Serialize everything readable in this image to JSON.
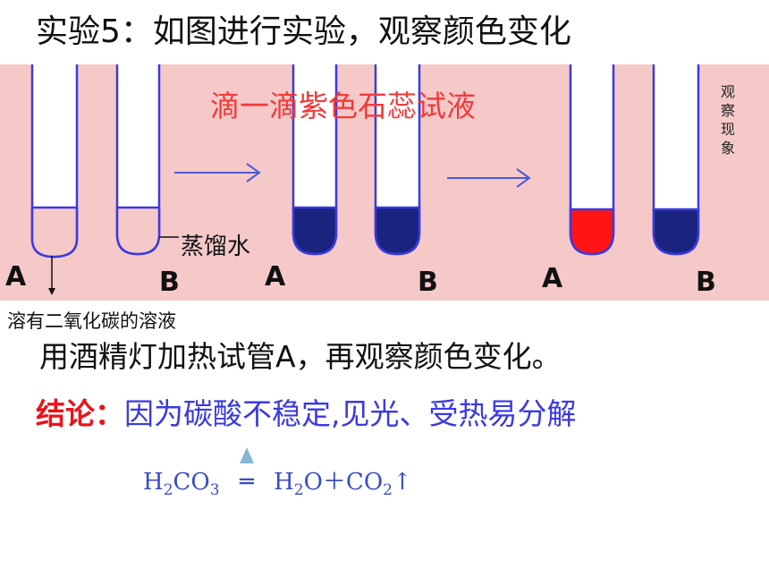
{
  "title": "实验5：如图进行实验，观察颜色变化",
  "diagram": {
    "instruction": "滴一滴紫色石蕊试液",
    "observe_label": "观察现象",
    "tube_labels": [
      "A",
      "B",
      "A",
      "B",
      "A",
      "B"
    ],
    "water_label": "蒸馏水",
    "co2_solution_label": "溶有二氧化碳的溶液",
    "colors": {
      "band": "#f6c9c9",
      "litmus_blue": "#1a237e",
      "acid_red": "#ff1515",
      "tube_outline": "#3a3ae0",
      "arrow": "#4a5ad6"
    }
  },
  "step_text": "用酒精灯加热试管A，再观察颜色变化。",
  "conclusion": {
    "lead": "结论：",
    "text": "因为碳酸不稳定,见光、受热易分解"
  },
  "equation": {
    "reactant": "H",
    "reactant_sub1": "2",
    "reactant_mid": "CO",
    "reactant_sub2": "3",
    "sign": "═",
    "product1": "H",
    "product1_sub": "2",
    "product1_tail": "O＋CO",
    "product2_sub": "2",
    "gas_arrow": "↑",
    "heat_symbol": "triangle-icon"
  }
}
